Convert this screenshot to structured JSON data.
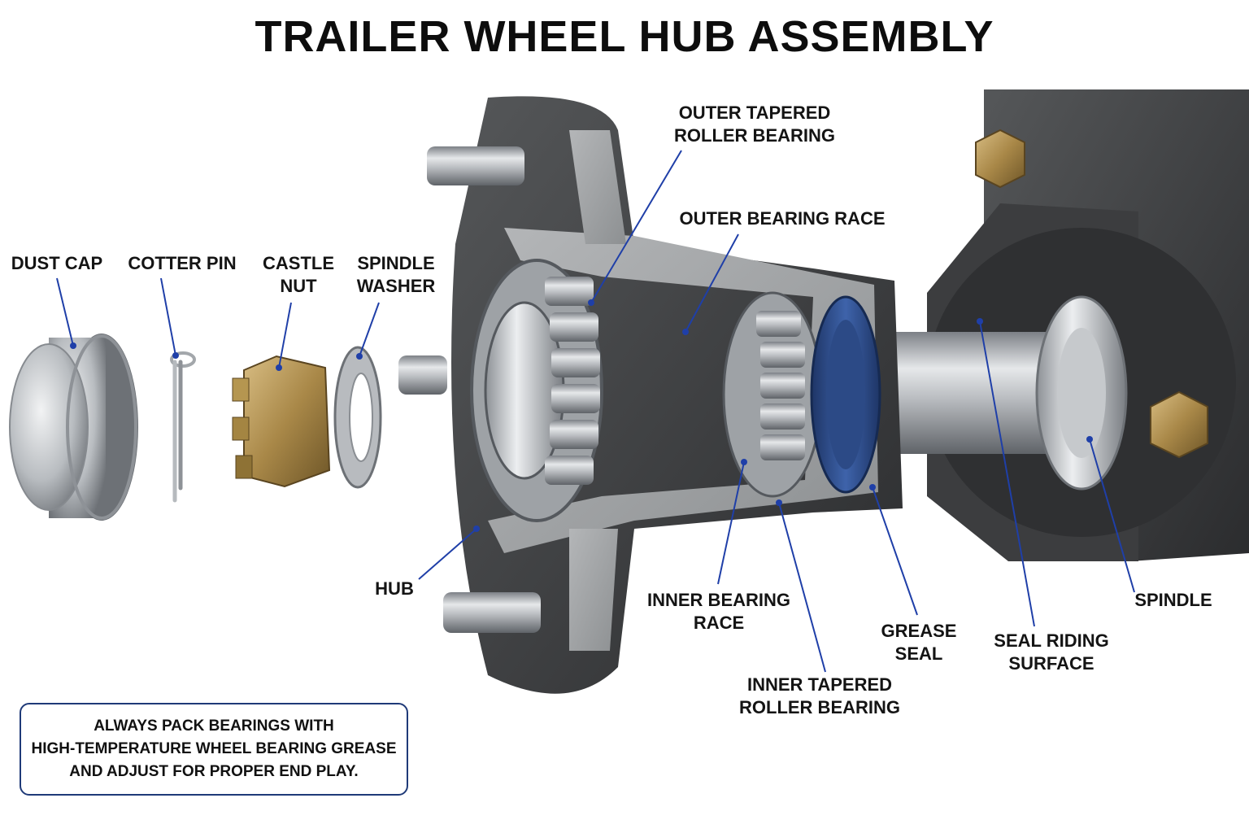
{
  "title": "TRAILER WHEEL HUB ASSEMBLY",
  "labels": {
    "dust_cap": [
      "DUST CAP"
    ],
    "cotter_pin": [
      "COTTER PIN"
    ],
    "castle_nut": [
      "CASTLE",
      "NUT"
    ],
    "spindle_washer": [
      "SPINDLE",
      "WASHER"
    ],
    "outer_roller_bearing": [
      "OUTER TAPERED",
      "ROLLER BEARING"
    ],
    "outer_bearing_race": [
      "OUTER BEARING RACE"
    ],
    "hub": [
      "HUB"
    ],
    "inner_bearing_race": [
      "INNER BEARING",
      "RACE"
    ],
    "grease_seal": [
      "GREASE",
      "SEAL"
    ],
    "inner_roller_bearing": [
      "INNER TAPERED",
      "ROLLER BEARING"
    ],
    "seal_riding_surface": [
      "SEAL RIDING",
      "SURFACE"
    ],
    "spindle": [
      "SPINDLE"
    ]
  },
  "note": [
    "ALWAYS PACK BEARINGS WITH",
    "HIGH-TEMPERATURE WHEEL BEARING GREASE",
    "AND ADJUST FOR PROPER END PLAY."
  ],
  "colors": {
    "leader_line": "#1f3fa8",
    "seal": "#2f4f8f",
    "brass": "#b8965a",
    "casting": "#3a3a3a",
    "steel": "#c9ccd0"
  }
}
